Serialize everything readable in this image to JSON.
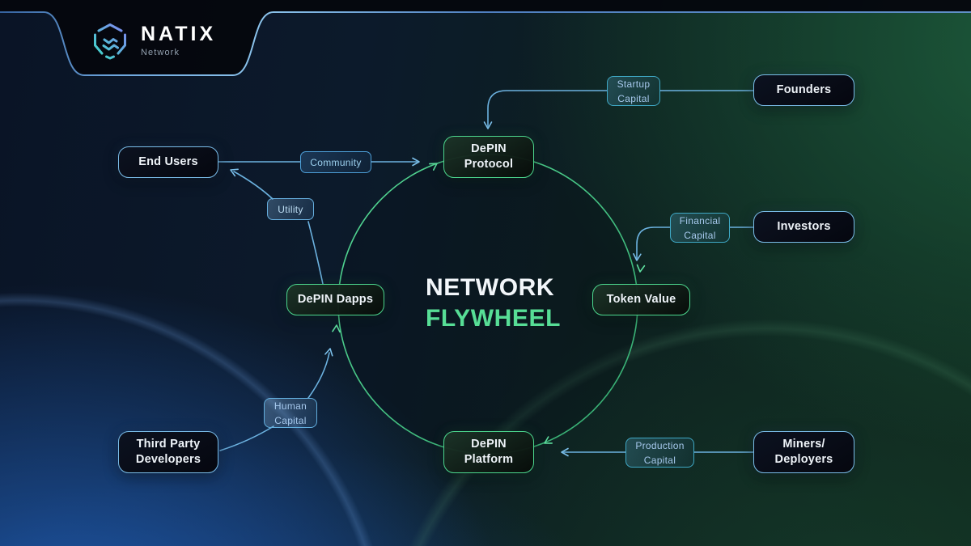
{
  "brand": {
    "name": "NATIX",
    "subtitle": "Network"
  },
  "title": {
    "line1": "NETWORK",
    "line2": "FLYWHEEL"
  },
  "flywheel": {
    "protocol": {
      "lines": [
        "DePIN",
        "Protocol"
      ]
    },
    "token_value": {
      "label": "Token Value"
    },
    "platform": {
      "lines": [
        "DePIN",
        "Platform"
      ]
    },
    "dapps": {
      "label": "DePIN Dapps"
    }
  },
  "actors": {
    "founders": {
      "label": "Founders"
    },
    "investors": {
      "label": "Investors"
    },
    "miners": {
      "lines": [
        "Miners/",
        "Deployers"
      ]
    },
    "developers": {
      "lines": [
        "Third Party",
        "Developers"
      ]
    },
    "end_users": {
      "label": "End Users"
    }
  },
  "edge_labels": {
    "startup_capital": {
      "lines": [
        "Startup",
        "Capital"
      ]
    },
    "financial_capital": {
      "lines": [
        "Financial",
        "Capital"
      ]
    },
    "production_capital": {
      "lines": [
        "Production",
        "Capital"
      ]
    },
    "human_capital": {
      "lines": [
        "Human",
        "Capital"
      ]
    },
    "community": {
      "label": "Community"
    },
    "utility": {
      "label": "Utility"
    }
  },
  "colors": {
    "accent_green": "#4cd78e",
    "accent_blue": "#6cb2e0",
    "title_green": "#57de96",
    "node_border_blue": "#7abde9",
    "label_border_teal": "#3fa9c6",
    "label_text": "#a6c8ec",
    "background_blue": "#0a1426",
    "background_green": "#0f281e",
    "brand_gradient_start": "#35e3c2",
    "brand_gradient_end": "#8b7af8"
  }
}
